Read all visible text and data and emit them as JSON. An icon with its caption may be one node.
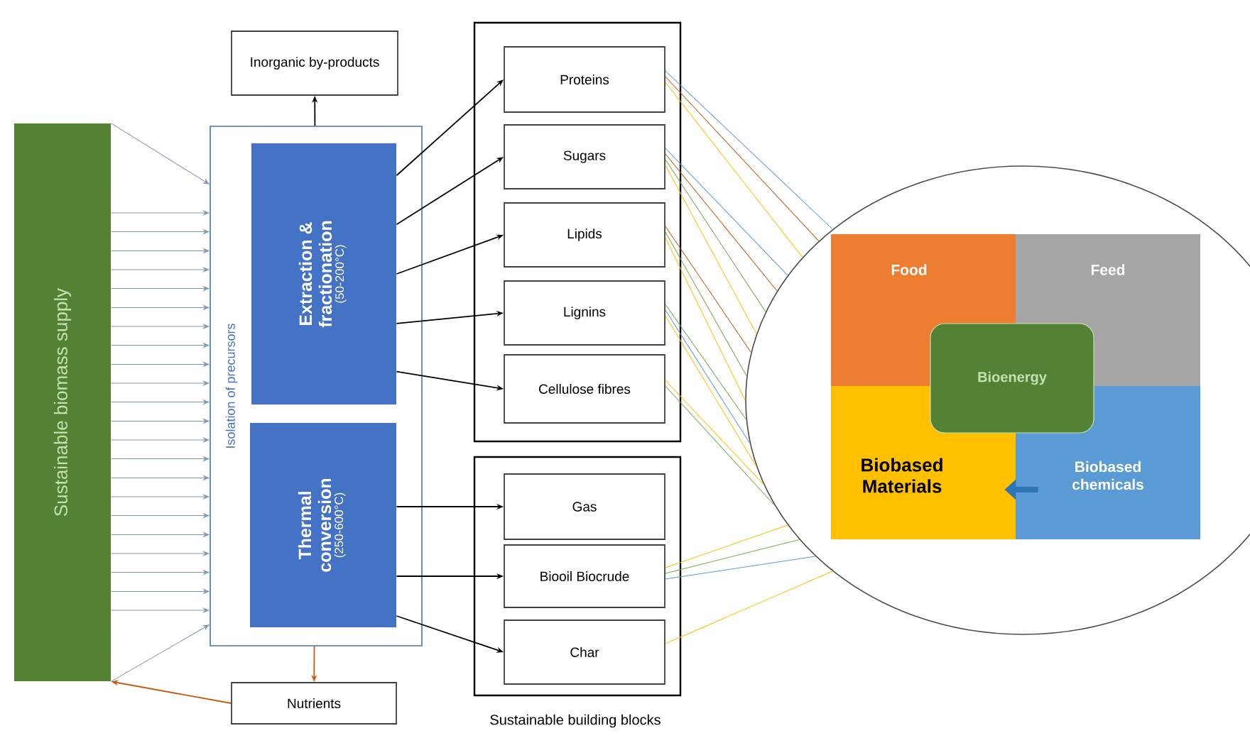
{
  "diagram": {
    "nodes": [
      {
        "text": [
          "Sustainable biomass supply"
        ]
      },
      {
        "text": [
          "Isolation of precursors"
        ]
      },
      {
        "text": [
          "Extraction & fractionation",
          "(50-200°C)"
        ],
        "in": 1
      },
      {
        "text": [
          "Thermal conversion",
          "(250-600°C)"
        ],
        "in": 1
      },
      {
        "text": [
          "Inorganic by-products"
        ]
      },
      {
        "text": [
          "Nutrients"
        ]
      },
      {
        "text": [],
        "shape": "box"
      },
      {
        "text": [],
        "shape": "box"
      },
      {
        "text": [
          "Proteins"
        ],
        "in": 6
      },
      {
        "text": [
          "Sugars"
        ],
        "in": 6
      },
      {
        "text": [
          "Lipids"
        ],
        "in": 6
      },
      {
        "text": [
          "Lignins"
        ],
        "in": 6
      },
      {
        "text": [
          "Cellulose fibres"
        ],
        "in": 6
      },
      {
        "text": [
          "Gas"
        ],
        "in": 7
      },
      {
        "text": [
          "Biooil Biocrude"
        ],
        "in": 7
      },
      {
        "text": [
          "Char"
        ],
        "in": 7
      },
      {
        "text": [],
        "shape": "circle"
      },
      {
        "text": [
          "Food"
        ],
        "in": 16
      },
      {
        "text": [
          "Feed"
        ],
        "in": 16
      },
      {
        "text": [
          "Bioenergy"
        ],
        "in": 16
      },
      {
        "text": [
          "Biobased Materials"
        ],
        "in": 16
      },
      {
        "text": [
          "Biobased chemicals"
        ],
        "in": 16
      }
    ],
    "edges": [
      {
        "from": 0,
        "to": 1,
        "arrow": "to",
        "color": "#8497b0"
      },
      {
        "from": 0,
        "to": 1,
        "arrow": "to",
        "color": "#8497b0"
      },
      {
        "from": 0,
        "to": 1,
        "arrow": "to",
        "color": "#8497b0"
      },
      {
        "from": 0,
        "to": 1,
        "arrow": "to",
        "color": "#8497b0"
      },
      {
        "from": 0,
        "to": 1,
        "arrow": "to",
        "color": "#8497b0"
      },
      {
        "from": 0,
        "to": 1,
        "arrow": "to",
        "color": "#8497b0"
      },
      {
        "from": 0,
        "to": 1,
        "arrow": "to",
        "color": "#8497b0"
      },
      {
        "from": 0,
        "to": 1,
        "arrow": "to",
        "color": "#8497b0"
      },
      {
        "from": 0,
        "to": 1,
        "arrow": "to",
        "color": "#8497b0"
      },
      {
        "from": 0,
        "to": 1,
        "arrow": "to",
        "color": "#8497b0"
      },
      {
        "from": 0,
        "to": 1,
        "arrow": "to",
        "color": "#8497b0"
      },
      {
        "from": 0,
        "to": 1,
        "arrow": "to",
        "color": "#8497b0"
      },
      {
        "from": 0,
        "to": 1,
        "arrow": "to",
        "color": "#8497b0"
      },
      {
        "from": 0,
        "to": 1,
        "arrow": "to",
        "color": "#8497b0"
      },
      {
        "from": 0,
        "to": 1,
        "arrow": "to",
        "color": "#8497b0"
      },
      {
        "from": 0,
        "to": 1,
        "arrow": "to",
        "color": "#8497b0"
      },
      {
        "from": 0,
        "to": 1,
        "arrow": "to",
        "color": "#8497b0"
      },
      {
        "from": 0,
        "to": 1,
        "arrow": "to",
        "color": "#8497b0"
      },
      {
        "from": 0,
        "to": 1,
        "arrow": "to",
        "color": "#8497b0"
      },
      {
        "from": 0,
        "to": 1,
        "arrow": "to",
        "color": "#8497b0"
      },
      {
        "from": 0,
        "to": 1,
        "arrow": "to",
        "color": "#8497b0"
      },
      {
        "from": 0,
        "to": 1,
        "arrow": "to",
        "color": "#8497b0"
      },
      {
        "from": 0,
        "to": 1,
        "arrow": "to",
        "color": "#8497b0"
      },
      {
        "from": 0,
        "to": 1,
        "arrow": "to",
        "color": "#8497b0"
      },
      {
        "from": 1,
        "to": 4,
        "arrow": "to",
        "color": "#000000"
      },
      {
        "from": 1,
        "to": 5,
        "arrow": "to",
        "color": "#c55a11"
      },
      {
        "from": 5,
        "to": 0,
        "arrow": "to",
        "color": "#c55a11"
      },
      {
        "from": 2,
        "to": 8,
        "arrow": "to",
        "color": "#000000"
      },
      {
        "from": 2,
        "to": 9,
        "arrow": "to",
        "color": "#000000"
      },
      {
        "from": 2,
        "to": 10,
        "arrow": "to",
        "color": "#000000"
      },
      {
        "from": 2,
        "to": 11,
        "arrow": "to",
        "color": "#000000"
      },
      {
        "from": 2,
        "to": 12,
        "arrow": "to",
        "color": "#000000"
      },
      {
        "from": 3,
        "to": 13,
        "arrow": "to",
        "color": "#000000"
      },
      {
        "from": 3,
        "to": 14,
        "arrow": "to",
        "color": "#000000"
      },
      {
        "from": 3,
        "to": 15,
        "arrow": "to",
        "color": "#000000"
      },
      {
        "from": 8,
        "to": 16,
        "arrow": "none",
        "color": "#5b9bd5"
      },
      {
        "from": 8,
        "to": 16,
        "arrow": "none",
        "color": "#c55a11"
      },
      {
        "from": 8,
        "to": 16,
        "arrow": "none",
        "color": "#ffc000"
      },
      {
        "from": 9,
        "to": 16,
        "arrow": "none",
        "color": "#5b9bd5"
      },
      {
        "from": 9,
        "to": 16,
        "arrow": "none",
        "color": "#c55a11"
      },
      {
        "from": 9,
        "to": 16,
        "arrow": "none",
        "color": "#70ad47"
      },
      {
        "from": 9,
        "to": 16,
        "arrow": "none",
        "color": "#ffc000"
      },
      {
        "from": 10,
        "to": 16,
        "arrow": "none",
        "color": "#c55a11"
      },
      {
        "from": 10,
        "to": 16,
        "arrow": "none",
        "color": "#70ad47"
      },
      {
        "from": 10,
        "to": 16,
        "arrow": "none",
        "color": "#ffc000"
      },
      {
        "from": 11,
        "to": 16,
        "arrow": "none",
        "color": "#70ad47"
      },
      {
        "from": 11,
        "to": 16,
        "arrow": "none",
        "color": "#5b9bd5"
      },
      {
        "from": 11,
        "to": 16,
        "arrow": "none",
        "color": "#ffc000"
      },
      {
        "from": 12,
        "to": 16,
        "arrow": "none",
        "color": "#ffc000"
      },
      {
        "from": 12,
        "to": 16,
        "arrow": "none",
        "color": "#70ad47"
      },
      {
        "from": 14,
        "to": 16,
        "arrow": "none",
        "color": "#ffc000"
      },
      {
        "from": 14,
        "to": 16,
        "arrow": "none",
        "color": "#70ad47"
      },
      {
        "from": 14,
        "to": 16,
        "arrow": "none",
        "color": "#5b9bd5"
      },
      {
        "from": 15,
        "to": 16,
        "arrow": "none",
        "color": "#ffc000"
      },
      {
        "from": 21,
        "to": 20,
        "arrow": "to",
        "style": "thick",
        "color": "#2e75b6"
      }
    ],
    "labels": [
      "Sustainable building blocks"
    ]
  }
}
